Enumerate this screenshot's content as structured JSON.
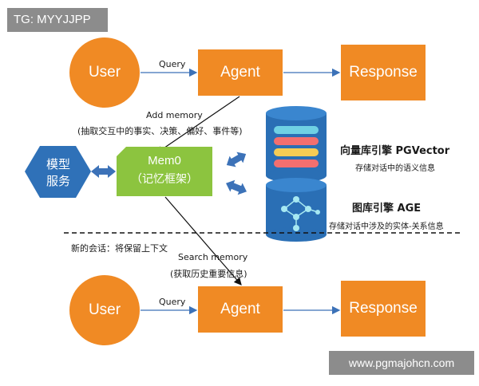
{
  "watermark_top": "TG: MYYJJPP",
  "watermark_bottom": "www.pgmajohcn.com",
  "top_flow": {
    "user": "User",
    "agent": "Agent",
    "response": "Response",
    "query": "Query"
  },
  "add_memory": {
    "title": "Add memory",
    "detail": "(抽取交互中的事实、决策、偏好、事件等)"
  },
  "mem0": {
    "line1": "Mem0",
    "line2": "（记忆框架）"
  },
  "model_service": {
    "line1": "模型",
    "line2": "服务"
  },
  "vector_db": {
    "title": "向量库引擎 PGVector",
    "desc": "存储对话中的语义信息"
  },
  "graph_db": {
    "title": "图库引擎 AGE",
    "desc": "存储对话中涉及的实体-关系信息"
  },
  "new_session": "新的会话：将保留上下文",
  "search_memory": {
    "title": "Search memory",
    "detail": "(获取历史重要信息)"
  },
  "bottom_flow": {
    "user": "User",
    "agent": "Agent",
    "response": "Response",
    "query": "Query"
  },
  "colors": {
    "orange": "#f08a24",
    "green": "#8cc43f",
    "blue": "#2f71b8",
    "db_blue": "#2a6fb5",
    "db_disk_red": "#f36f6f",
    "db_disk_yellow": "#f6cc55",
    "db_disk_cyan": "#6fd1e4",
    "graph_node": "#a6e8f2",
    "arrow_blue": "#3c72b8",
    "line_black": "#111111"
  }
}
